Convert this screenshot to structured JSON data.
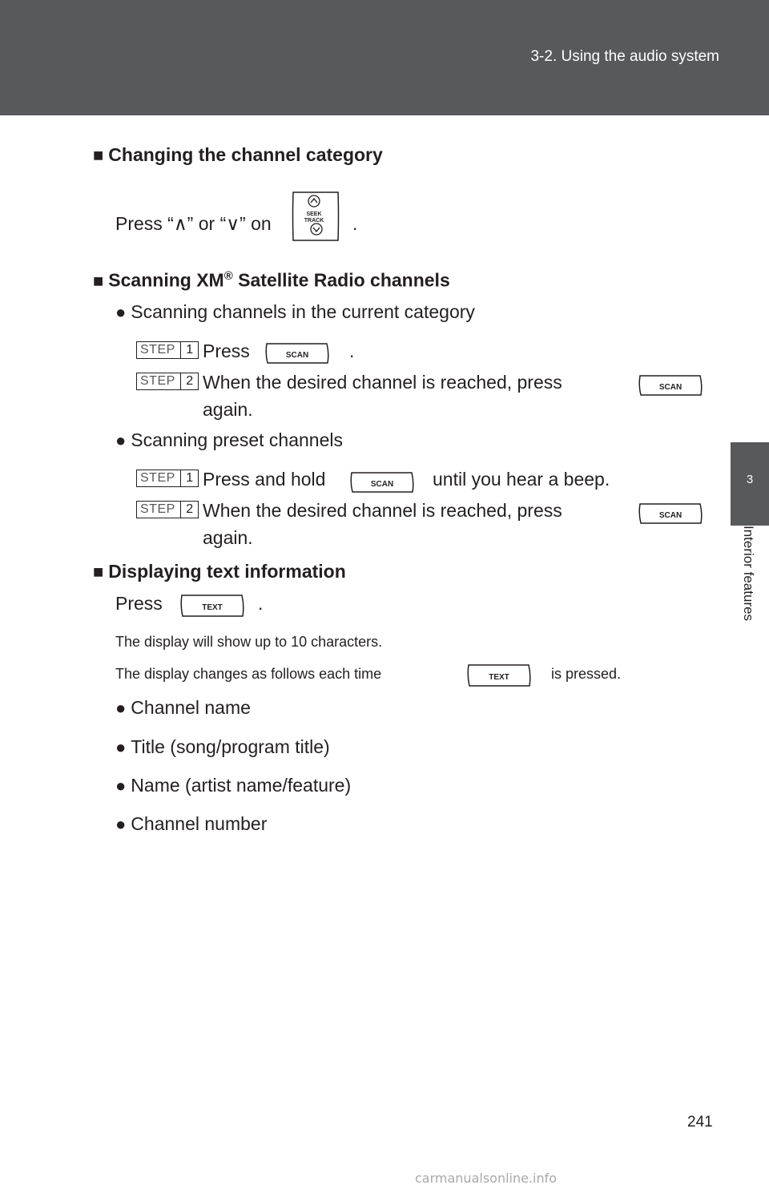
{
  "header": {
    "section": "3-2. Using the audio system"
  },
  "side_tab": {
    "number": "3",
    "label": "Interior features"
  },
  "section1": {
    "heading": "Changing the channel category",
    "press_text": "Press “∧” or “∨” on",
    "period": ".",
    "seek_key": {
      "line1": "SEEK",
      "line2": "TRACK"
    }
  },
  "section2": {
    "heading_pre": "Scanning XM",
    "heading_sup": "®",
    "heading_post": " Satellite Radio channels",
    "bullet1": "Scanning channels in the current category",
    "steps1": [
      {
        "word": "STEP",
        "num": "1",
        "text_before": "Press",
        "text_after": "."
      },
      {
        "word": "STEP",
        "num": "2",
        "text_before": "When  the  desired  channel  is  reached,  press",
        "text_cont": "again."
      }
    ],
    "bullet2": "Scanning preset channels",
    "steps2": [
      {
        "word": "STEP",
        "num": "1",
        "text_before": "Press and hold",
        "text_after": "until you hear a beep."
      },
      {
        "word": "STEP",
        "num": "2",
        "text_before": "When  the  desired  channel  is  reached,  press",
        "text_cont": "again."
      }
    ],
    "scan_key": "SCAN"
  },
  "section3": {
    "heading": "Displaying text information",
    "press_text": "Press",
    "period": ".",
    "text_key": "TEXT",
    "note1": "The display will show up to 10 characters.",
    "note2_before": "The display changes as follows each time",
    "note2_after": "is pressed.",
    "items": [
      "Channel name",
      "Title (song/program title)",
      "Name (artist name/feature)",
      "Channel number"
    ]
  },
  "footer": {
    "page_number": "241",
    "watermark": "carmanualsonline.info"
  }
}
